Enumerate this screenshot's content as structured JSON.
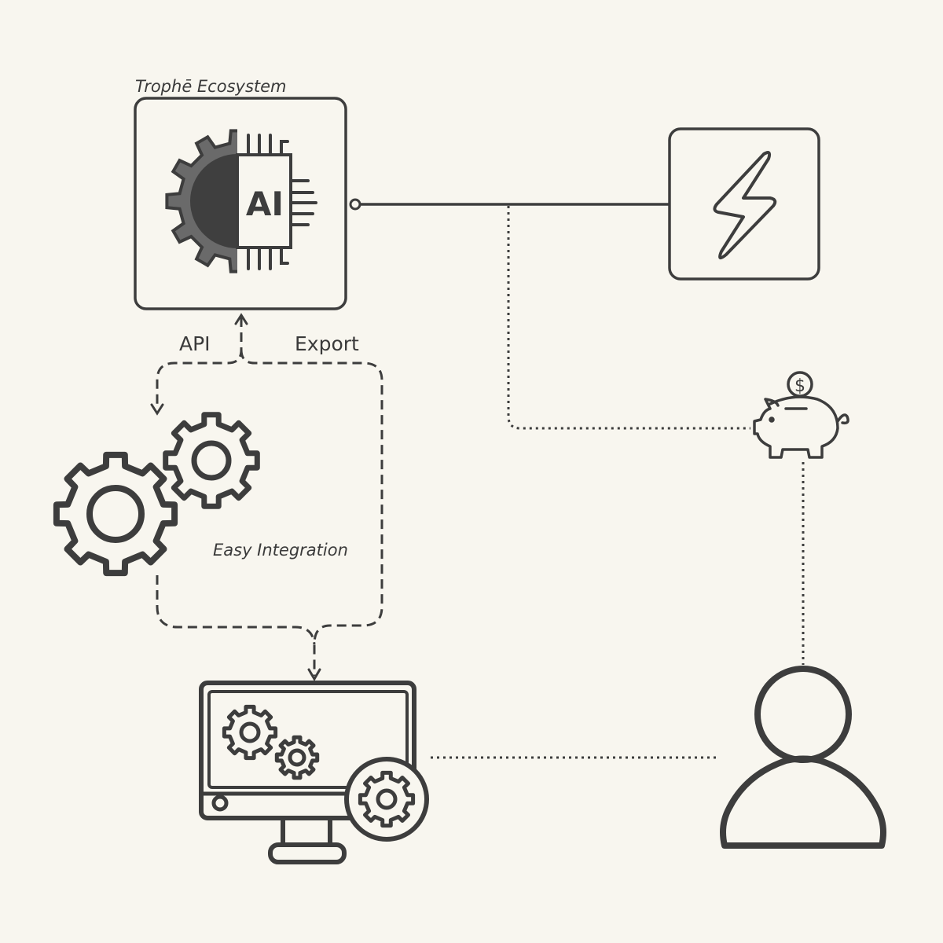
{
  "diagram": {
    "ecosystem_label": "Trophē Ecosystem",
    "ai_chip_text": "AI",
    "api_label": "API",
    "export_label": "Export",
    "integration_label": "Easy Integration",
    "dollar_symbol": "$"
  },
  "colors": {
    "background": "#f8f6ef",
    "stroke": "#3d3d3d",
    "gear_fill_dark": "#454545",
    "gear_fill_mid": "#6a6a6a"
  },
  "icons": [
    "ai-chip-gear-icon",
    "lightning-bolt-icon",
    "gears-icon",
    "piggy-bank-icon",
    "monitor-settings-icon",
    "user-icon"
  ]
}
